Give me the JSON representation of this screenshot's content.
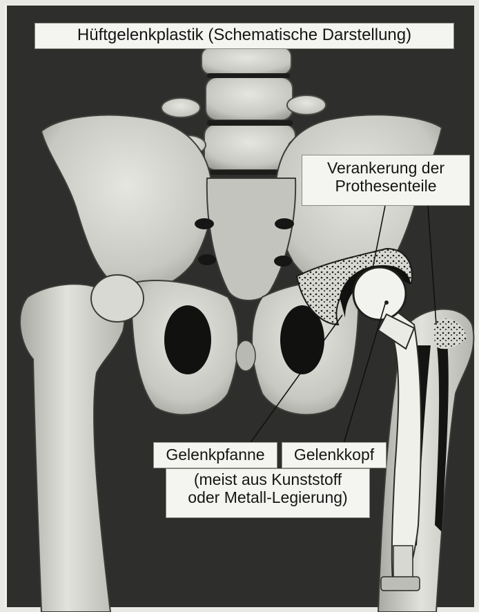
{
  "title": "Hüftgelenkplastik (Schematische Darstellung)",
  "labels": {
    "anchoring_line1": "Verankerung der",
    "anchoring_line2": "Prothesenteile",
    "socket": "Gelenkpfanne",
    "head": "Gelenkkopf",
    "material_line1": "(meist aus Kunststoff",
    "material_line2": "oder Metall-Legierung)"
  },
  "colors": {
    "background": "#2b2b2b",
    "bone": "#cfcfc9",
    "prosthesis_metal": "#efefea",
    "label_box": "#f4f4f0"
  }
}
